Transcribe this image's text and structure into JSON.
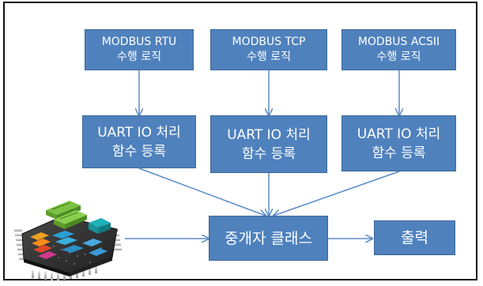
{
  "top_boxes": [
    {
      "line1": "MODBUS RTU",
      "line2": "수행 로직"
    },
    {
      "line1": "MODBUS TCP",
      "line2": "수행 로직"
    },
    {
      "line1": "MODBUS ACSII",
      "line2": "수행 로직"
    }
  ],
  "mid_boxes": [
    {
      "line1": "UART IO 처리",
      "line2": "함수 등록"
    },
    {
      "line1": "UART IO 처리",
      "line2": "함수 등록"
    },
    {
      "line1": "UART IO 처리",
      "line2": "함수 등록"
    }
  ],
  "mediator_box": {
    "label": "중개자 클래스"
  },
  "output_box": {
    "label": "출력"
  },
  "colors": {
    "box_fill": "#4f81bd",
    "box_border": "#3a6797",
    "arrow": "#5b8ac6",
    "frame": "#111111"
  },
  "icons": {
    "chip": "microcontroller-chip-icon"
  }
}
